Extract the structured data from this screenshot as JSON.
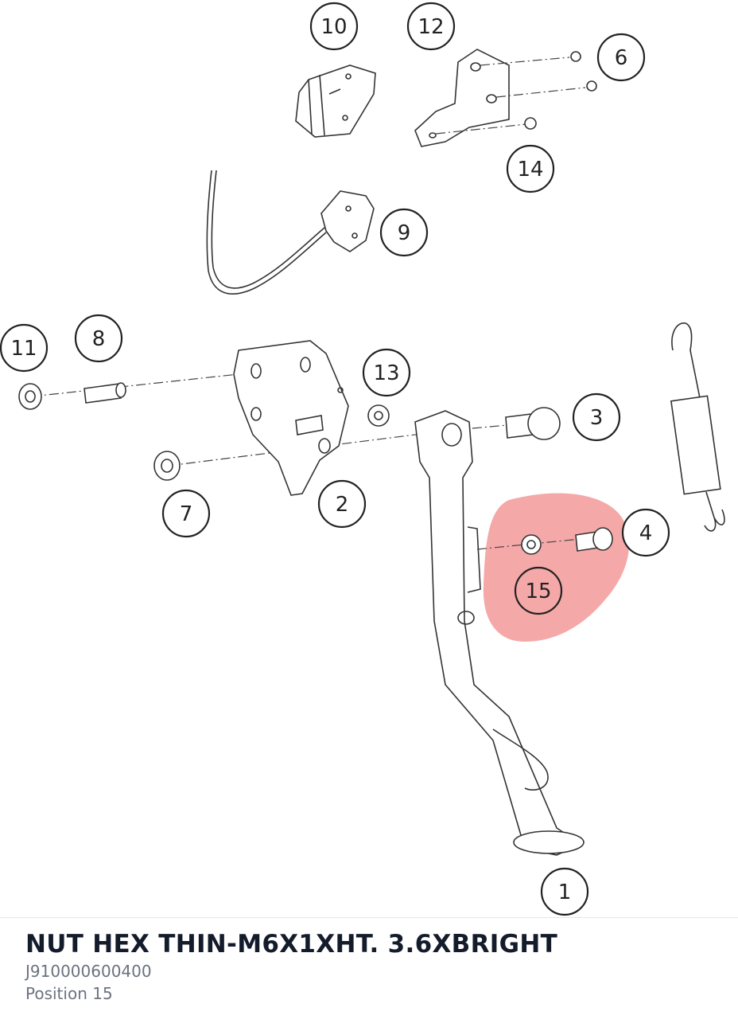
{
  "diagram": {
    "callouts": [
      {
        "id": "callout-1",
        "label": "1"
      },
      {
        "id": "callout-2",
        "label": "2"
      },
      {
        "id": "callout-3",
        "label": "3"
      },
      {
        "id": "callout-4",
        "label": "4"
      },
      {
        "id": "callout-6",
        "label": "6"
      },
      {
        "id": "callout-7",
        "label": "7"
      },
      {
        "id": "callout-8",
        "label": "8"
      },
      {
        "id": "callout-9",
        "label": "9"
      },
      {
        "id": "callout-10",
        "label": "10"
      },
      {
        "id": "callout-11",
        "label": "11"
      },
      {
        "id": "callout-12",
        "label": "12"
      },
      {
        "id": "callout-13",
        "label": "13"
      },
      {
        "id": "callout-14",
        "label": "14"
      },
      {
        "id": "callout-15",
        "label": "15"
      }
    ],
    "highlighted_position": "15",
    "highlight_color": "#f28b8b"
  },
  "part": {
    "title": "NUT HEX THIN-M6X1XHT. 3.6XBRIGHT",
    "number": "J910000600400",
    "position": "Position 15"
  }
}
